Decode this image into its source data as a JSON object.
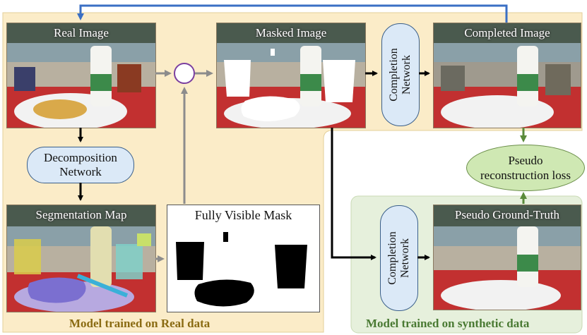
{
  "real_panel": {
    "caption": "Model trained on Real data",
    "caption_color": "#8a6b12",
    "fill": "#fbecc8"
  },
  "synthetic_panel": {
    "caption": "Model trained on synthetic data",
    "caption_color": "#4a7a33",
    "fill": "#e6f0dc"
  },
  "images": {
    "real": "Real Image",
    "masked": "Masked Image",
    "completed": "Completed Image",
    "segmentation": "Segmentation Map",
    "visible_mask": "Fully Visible Mask",
    "pseudo_gt": "Pseudo Ground-Truth"
  },
  "nodes": {
    "decomposition": [
      "Decomposition",
      "Network"
    ],
    "completion_top": [
      "Completion",
      "Network"
    ],
    "completion_bottom": [
      "Completion",
      "Network"
    ],
    "loss": [
      "Pseudo",
      "reconstruction loss"
    ]
  },
  "colors": {
    "feedback_arrow": "#3a6fc4",
    "loss_arrow": "#5a8a3a",
    "gray_arrow": "#8c8c8c",
    "combine_circle": "#7b3fa0"
  }
}
